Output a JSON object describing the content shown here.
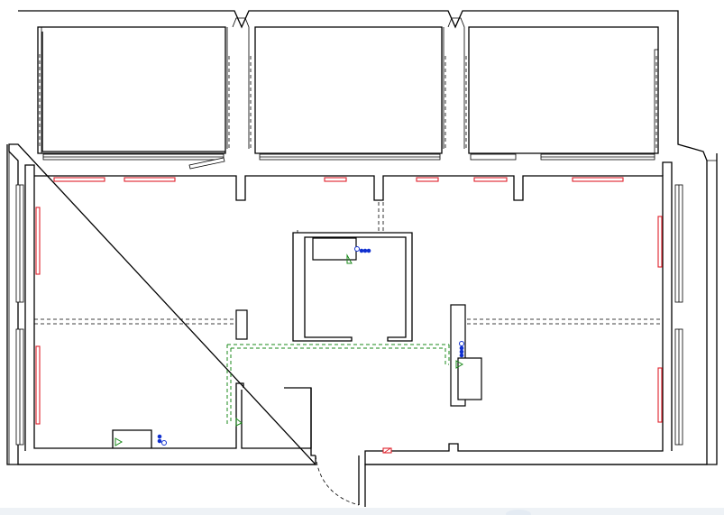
{
  "drawing": {
    "colors": {
      "wall": "#000000",
      "radiator": "#e0202a",
      "pipe": "#1a8a1a",
      "fixture": "#1030d0"
    },
    "icons": [
      "radiator-symbol",
      "window-symbol",
      "door-swing-symbol",
      "outlet-symbol",
      "green-triangle-marker"
    ]
  }
}
